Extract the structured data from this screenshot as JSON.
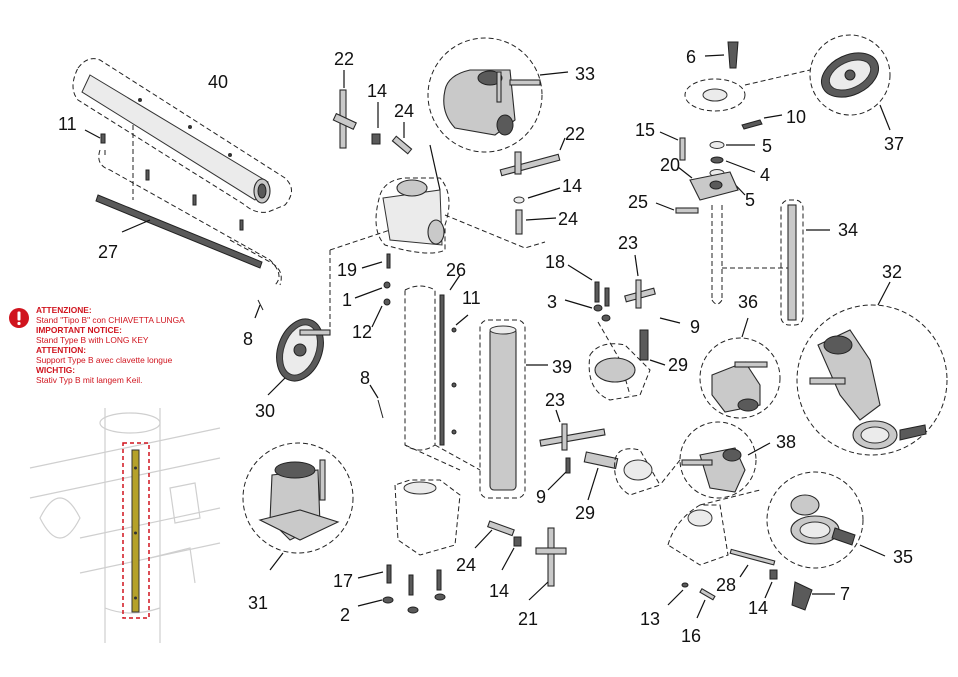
{
  "notice": {
    "title_it": "ATTENZIONE:",
    "text_it": "Stand \"Tipo B\" con CHIAVETTA LUNGA",
    "title_en": "IMPORTANT NOTICE:",
    "text_en": "Stand Type B with LONG KEY",
    "title_fr": "ATTENTION:",
    "text_fr": "Support Type B avec clavette longue",
    "title_de": "WICHTIG:",
    "text_de": "Stativ Typ B mit langem Keil.",
    "icon": "warning-icon",
    "color": "#d0141e"
  },
  "parts": {
    "p1": "1",
    "p2": "2",
    "p3": "3",
    "p4": "4",
    "p5a": "5",
    "p5b": "5",
    "p6": "6",
    "p7": "7",
    "p8a": "8",
    "p8b": "8",
    "p9a": "9",
    "p9b": "9",
    "p10": "10",
    "p11a": "11",
    "p11b": "11",
    "p12": "12",
    "p13": "13",
    "p14a": "14",
    "p14b": "14",
    "p14c": "14",
    "p14d": "14",
    "p15": "15",
    "p16": "16",
    "p17": "17",
    "p18": "18",
    "p19": "19",
    "p20": "20",
    "p21": "21",
    "p22a": "22",
    "p22b": "22",
    "p23a": "23",
    "p23b": "23",
    "p24a": "24",
    "p24b": "24",
    "p24c": "24",
    "p25": "25",
    "p26": "26",
    "p27": "27",
    "p28": "28",
    "p29a": "29",
    "p29b": "29",
    "p30": "30",
    "p31": "31",
    "p32": "32",
    "p33": "33",
    "p34": "34",
    "p35": "35",
    "p36": "36",
    "p37": "37",
    "p38": "38",
    "p39": "39",
    "p40": "40"
  }
}
